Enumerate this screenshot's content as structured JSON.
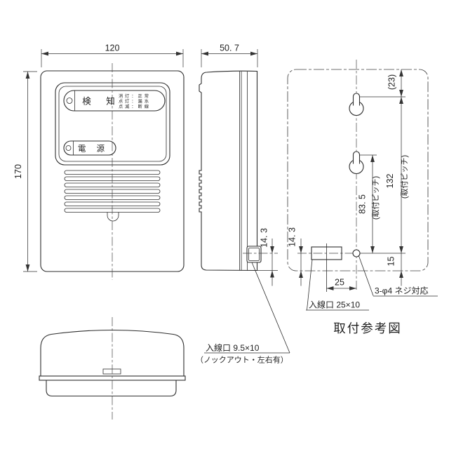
{
  "drawing": {
    "front_view": {
      "width_dim": "120",
      "height_dim": "170",
      "detect_label": "検 知",
      "detect_legend_line1": "消灯：正常",
      "detect_legend_line2": "点灯：漏水",
      "detect_legend_line3": "点滅：断線",
      "power_label": "電 源"
    },
    "side_view": {
      "depth_dim": "50. 7",
      "entry_height_dim": "14. 3"
    },
    "side_entry_note": {
      "line1": "入線口 9.5×10",
      "line2": "（ノックアウト・左右有）"
    },
    "mounting_view": {
      "title": "取付参考図",
      "top_offset_dim": "(23)",
      "mount_pitch_dim": "132",
      "mount_pitch_label": "(取付ピッチ)",
      "lower_pitch_dim": "83. 5",
      "lower_pitch_label": "(取付ピッチ)",
      "bottom_offset_dim": "15",
      "entry_height_dim": "14. 3",
      "entry_center_dim": "25",
      "screw_note": "3-φ4 ネジ対応",
      "entry_note": "入線口 25×10"
    }
  }
}
